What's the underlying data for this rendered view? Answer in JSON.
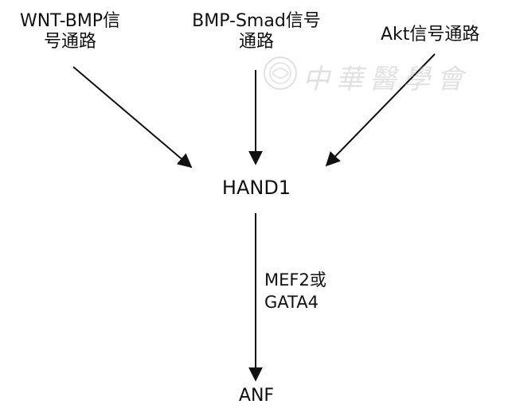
{
  "nodes": {
    "wnt_line1": "WNT-BMP信",
    "wnt_line2": "号通路",
    "bmp_line1": "BMP-Smad信号",
    "bmp_line2": "通路",
    "akt": "Akt信号通路",
    "hand1": "HAND1",
    "anf": "ANF"
  },
  "edge": {
    "label_line1": "MEF2或",
    "label_line2": "GATA4"
  },
  "watermark": {
    "text": "中華醫學會"
  },
  "colors": {
    "arrow": "#111111",
    "watermark": "#aaaaaa"
  }
}
